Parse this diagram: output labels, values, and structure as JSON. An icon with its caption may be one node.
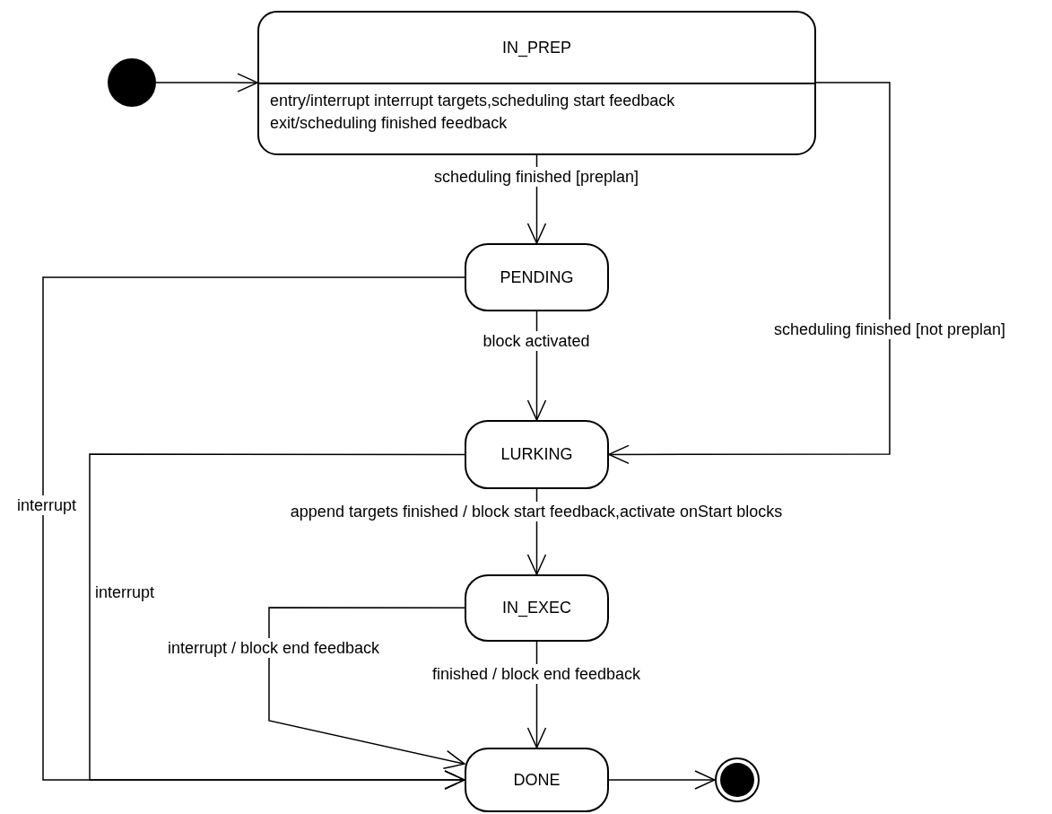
{
  "diagram": {
    "nodes": [
      {
        "text": [],
        "shape": "circle"
      },
      {
        "text": [
          "IN_PREP",
          "entry/interrupt interrupt targets,scheduling start feedback",
          "exit/scheduling finished feedback"
        ]
      },
      {
        "text": [
          "PENDING"
        ]
      },
      {
        "text": [
          "LURKING"
        ]
      },
      {
        "text": [
          "IN_EXEC"
        ]
      },
      {
        "text": [
          "DONE"
        ]
      },
      {
        "text": [],
        "shape": "circle"
      }
    ],
    "edges": [
      {
        "from": 0,
        "to": 1,
        "arrow": "to"
      },
      {
        "from": 1,
        "to": 2,
        "arrow": "to",
        "label": "scheduling finished [preplan]"
      },
      {
        "from": 1,
        "to": 3,
        "arrow": "to",
        "label": "scheduling finished [not preplan]"
      },
      {
        "from": 2,
        "to": 3,
        "arrow": "to",
        "label": "block activated"
      },
      {
        "from": 3,
        "to": 4,
        "arrow": "to",
        "label": "append targets finished / block start feedback,activate onStart blocks"
      },
      {
        "from": 2,
        "to": 5,
        "arrow": "to",
        "label": "interrupt"
      },
      {
        "from": 3,
        "to": 5,
        "arrow": "to",
        "label": "interrupt"
      },
      {
        "from": 4,
        "to": 5,
        "arrow": "to",
        "label": "interrupt / block end feedback"
      },
      {
        "from": 4,
        "to": 5,
        "arrow": "to",
        "label": "finished / block end feedback"
      },
      {
        "from": 5,
        "to": 6,
        "arrow": "to"
      }
    ]
  }
}
